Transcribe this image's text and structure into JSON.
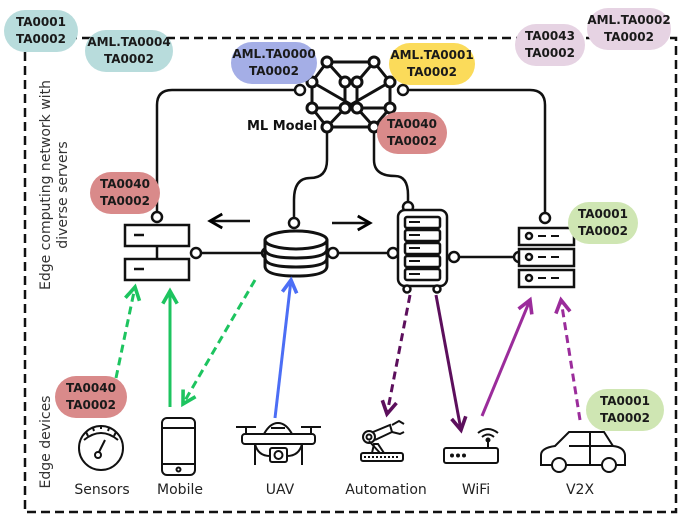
{
  "title": "Edge computing threat model",
  "regions": {
    "edge_network_label_line1": "Edge computing network with",
    "edge_network_label_line2": "diverse servers",
    "edge_devices_label": "Edge devices"
  },
  "ml_model": {
    "label": "ML Model"
  },
  "colors": {
    "teal": "#b8dcdc",
    "blue": "#a4aee6",
    "yellow": "#fbdb5a",
    "red": "#d98a8a",
    "lilac": "#e6d3e3",
    "green": "#cfe6b3",
    "arrow_green": "#1dc45f",
    "arrow_blue": "#4c6ef5",
    "arrow_dark_purple": "#5c0f5c",
    "arrow_purple": "#9b2c9b"
  },
  "tags": {
    "top_left_1": [
      "TA0001",
      "TA0002"
    ],
    "top_left_2": [
      "AML.TA0004",
      "TA0002"
    ],
    "ml_left": [
      "AML.TA0000",
      "TA0002"
    ],
    "ml_right": [
      "AML.TA0001",
      "TA0002"
    ],
    "ml_bottom": [
      "TA0040",
      "TA0002"
    ],
    "top_right_1": [
      "TA0043",
      "TA0002"
    ],
    "top_right_2": [
      "AML.TA0002",
      "TA0002"
    ],
    "left_server": [
      "TA0040",
      "TA0002"
    ],
    "right_server": [
      "TA0001",
      "TA0002"
    ],
    "sensors": [
      "TA0040",
      "TA0002"
    ],
    "v2x": [
      "TA0001",
      "TA0002"
    ]
  },
  "devices": [
    {
      "id": "sensors",
      "label": "Sensors"
    },
    {
      "id": "mobile",
      "label": "Mobile"
    },
    {
      "id": "uav",
      "label": "UAV"
    },
    {
      "id": "automation",
      "label": "Automation"
    },
    {
      "id": "wifi",
      "label": "WiFi"
    },
    {
      "id": "v2x",
      "label": "V2X"
    }
  ]
}
